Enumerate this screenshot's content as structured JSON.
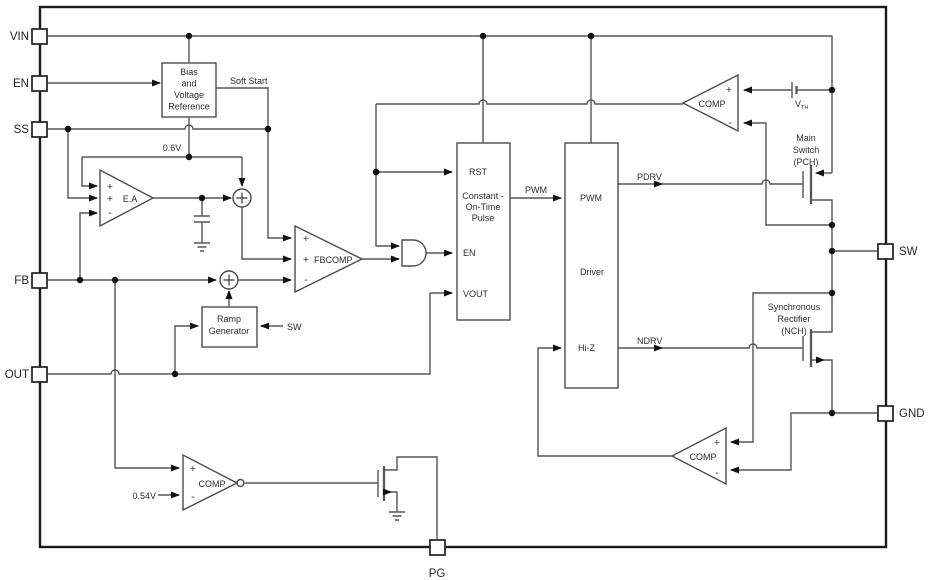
{
  "pins": {
    "vin": "VIN",
    "en": "EN",
    "ss": "SS",
    "fb": "FB",
    "out": "OUT",
    "sw": "SW",
    "gnd": "GND",
    "pg": "PG"
  },
  "glyphs": {
    "plus": "+",
    "minus": "-"
  },
  "blocks": {
    "bias": {
      "lines": [
        "Bias",
        "and",
        "Voltage",
        "Reference"
      ]
    },
    "cot": {
      "rst": "RST",
      "lines": [
        "Constant -",
        "On-Time",
        "Pulse"
      ],
      "en": "EN",
      "vout": "VOUT"
    },
    "driver": {
      "pwm": "PWM",
      "name": "Driver",
      "hiz": "Hi-Z"
    },
    "ramp": {
      "lines": [
        "Ramp",
        "Generator"
      ]
    }
  },
  "amps": {
    "ea": "E.A",
    "fbcomp": "FBCOMP",
    "comp": "COMP"
  },
  "labels": {
    "soft_start": "Soft Start",
    "vref": "0.6V",
    "pwm": "PWM",
    "pdrv": "PDRV",
    "ndrv": "NDRV",
    "sw_in": "SW",
    "pg_ref": "0.54V",
    "vth_base": "V",
    "vth_sub": "TH"
  },
  "transistors": {
    "main_switch": {
      "lines": [
        "Main",
        "Switch",
        "(PCH)"
      ]
    },
    "sync_rect": {
      "lines": [
        "Synchronous",
        "Rectifier",
        "(NCH)"
      ]
    }
  },
  "colors": {
    "wire": "#565656",
    "outline": "#1a1a1a",
    "text": "#2d2d2d",
    "fill": "#ffffff",
    "junction": "#101010"
  }
}
